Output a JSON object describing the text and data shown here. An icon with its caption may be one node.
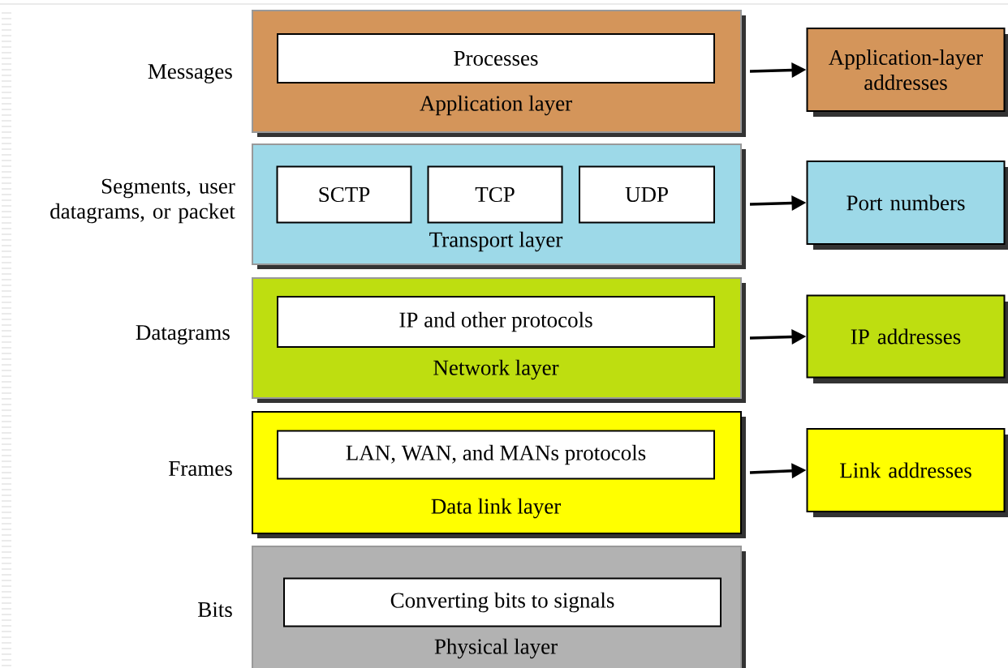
{
  "diagram": {
    "nodes": [
      {
        "text": [
          "Application layer"
        ]
      },
      {
        "text": [
          "Processes"
        ],
        "in": 0
      },
      {
        "text": [
          "Transport layer"
        ]
      },
      {
        "text": [
          "SCTP"
        ],
        "in": 2
      },
      {
        "text": [
          "TCP"
        ],
        "in": 2
      },
      {
        "text": [
          "UDP"
        ],
        "in": 2
      },
      {
        "text": [
          "Network layer"
        ]
      },
      {
        "text": [
          "IP and other protocols"
        ],
        "in": 6
      },
      {
        "text": [
          "Data link layer"
        ]
      },
      {
        "text": [
          "LAN, WAN, and MANs protocols"
        ],
        "in": 8
      },
      {
        "text": [
          "Physical layer"
        ]
      },
      {
        "text": [
          "Converting bits to signals"
        ],
        "in": 10
      },
      {
        "text": [
          "Application-layer addresses"
        ]
      },
      {
        "text": [
          "Port numbers"
        ]
      },
      {
        "text": [
          "IP addresses"
        ]
      },
      {
        "text": [
          "Link addresses"
        ]
      }
    ],
    "edges": [
      {
        "from": 0,
        "to": 12,
        "arrow": "to"
      },
      {
        "from": 2,
        "to": 13,
        "arrow": "to"
      },
      {
        "from": 6,
        "to": 14,
        "arrow": "to"
      },
      {
        "from": 8,
        "to": 15,
        "arrow": "to"
      }
    ],
    "labels": [
      "Messages",
      "Segments, user datagrams, or packet",
      "Datagrams",
      "Frames",
      "Bits"
    ]
  }
}
